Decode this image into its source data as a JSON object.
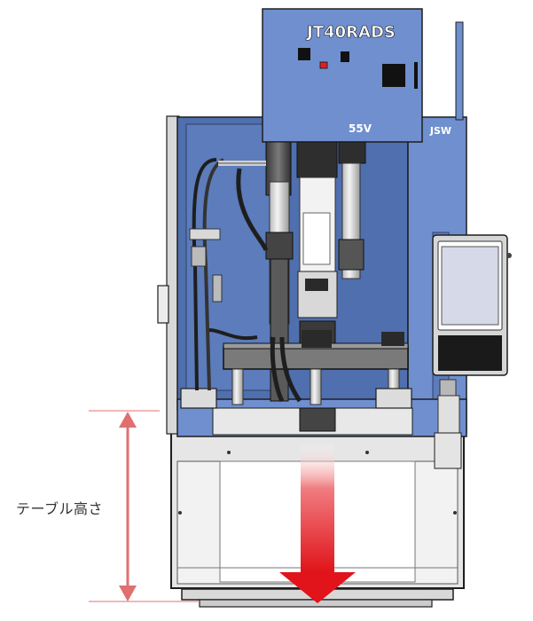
{
  "machine": {
    "model_badge": "JT40RADS",
    "side_badge": "55V",
    "brand": "JSW"
  },
  "annotation": {
    "label": "テーブル高さ"
  },
  "colors": {
    "machine_blue": "#6f8fcf",
    "machine_blue_dark": "#4e6fb0",
    "frame_dark": "#2f3f66",
    "arrow_red": "#e0282d",
    "dimension_red": "#e07070",
    "gray_body": "#dcdcdc",
    "outline": "#1e1e1e"
  }
}
